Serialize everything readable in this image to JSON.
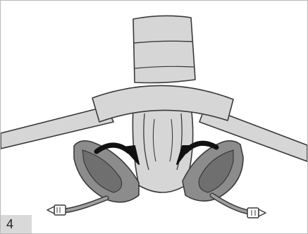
{
  "step": {
    "number": "4"
  },
  "illustration": {
    "subject": "harness-strap-assembly",
    "action_arrows": [
      "arrow-left-curved",
      "arrow-right-curved"
    ]
  },
  "colors": {
    "frame_border": "#b9b9b9",
    "badge_bg": "#d9d9d9",
    "line": "#3a3a3a",
    "light_fill": "#d6d6d6",
    "dark_fill": "#8c8c8c"
  }
}
